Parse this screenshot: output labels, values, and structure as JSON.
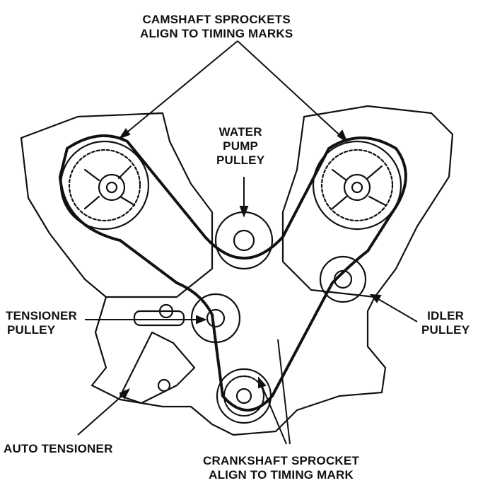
{
  "diagram": {
    "line_color": "#111111",
    "background": "#ffffff",
    "labels": {
      "camshaft": [
        "CAMSHAFT SPROCKETS",
        "ALIGN TO TIMING MARKS"
      ],
      "water_pump": [
        "WATER",
        "PUMP",
        "PULLEY"
      ],
      "tensioner": [
        "TENSIONER",
        "PULLEY"
      ],
      "idler": [
        "IDLER",
        "PULLEY"
      ],
      "auto_tensioner": [
        "AUTO TENSIONER"
      ],
      "crankshaft": [
        "CRANKSHAFT SPROCKET",
        "ALIGN TO TIMING MARK"
      ]
    }
  }
}
